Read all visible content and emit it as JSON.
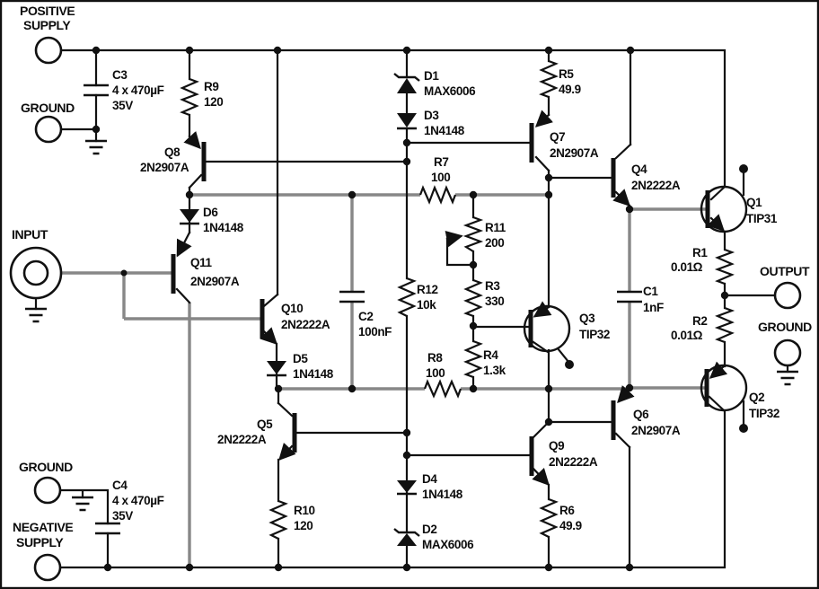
{
  "colors": {
    "ink": "#111111",
    "gray-wire": "#878787",
    "bg": "#ffffff"
  },
  "terminals": {
    "positive_supply_line1": "POSITIVE",
    "positive_supply_line2": "SUPPLY",
    "ground_top": "GROUND",
    "input": "INPUT",
    "ground_bottom_left": "GROUND",
    "negative_supply_line1": "NEGATIVE",
    "negative_supply_line2": "SUPPLY",
    "output": "OUTPUT",
    "ground_right": "GROUND"
  },
  "components": {
    "c1": {
      "ref": "C1",
      "value": "1nF"
    },
    "c2": {
      "ref": "C2",
      "value": "100nF"
    },
    "c3": {
      "ref": "C3",
      "value": "4 x 470µF",
      "rating": "35V"
    },
    "c4": {
      "ref": "C4",
      "value": "4 x 470µF",
      "rating": "35V"
    },
    "r1": {
      "ref": "R1",
      "value": "0.01Ω"
    },
    "r2": {
      "ref": "R2",
      "value": "0.01Ω"
    },
    "r3": {
      "ref": "R3",
      "value": "330"
    },
    "r4": {
      "ref": "R4",
      "value": "1.3k"
    },
    "r5": {
      "ref": "R5",
      "value": "49.9"
    },
    "r6": {
      "ref": "R6",
      "value": "49.9"
    },
    "r7": {
      "ref": "R7",
      "value": "100"
    },
    "r8": {
      "ref": "R8",
      "value": "100"
    },
    "r9": {
      "ref": "R9",
      "value": "120"
    },
    "r10": {
      "ref": "R10",
      "value": "120"
    },
    "r11": {
      "ref": "R11",
      "value": "200"
    },
    "r12": {
      "ref": "R12",
      "value": "10k"
    },
    "d1": {
      "ref": "D1",
      "value": "MAX6006"
    },
    "d2": {
      "ref": "D2",
      "value": "MAX6006"
    },
    "d3": {
      "ref": "D3",
      "value": "1N4148"
    },
    "d4": {
      "ref": "D4",
      "value": "1N4148"
    },
    "d5": {
      "ref": "D5",
      "value": "1N4148"
    },
    "d6": {
      "ref": "D6",
      "value": "1N4148"
    },
    "q1": {
      "ref": "Q1",
      "value": "TIP31"
    },
    "q2": {
      "ref": "Q2",
      "value": "TIP32"
    },
    "q3": {
      "ref": "Q3",
      "value": "TIP32"
    },
    "q4": {
      "ref": "Q4",
      "value": "2N2222A"
    },
    "q5": {
      "ref": "Q5",
      "value": "2N2222A"
    },
    "q6": {
      "ref": "Q6",
      "value": "2N2907A"
    },
    "q7": {
      "ref": "Q7",
      "value": "2N2907A"
    },
    "q8": {
      "ref": "Q8",
      "value": "2N2907A"
    },
    "q9": {
      "ref": "Q9",
      "value": "2N2222A"
    },
    "q10": {
      "ref": "Q10",
      "value": "2N2222A"
    },
    "q11": {
      "ref": "Q11",
      "value": "2N2907A"
    }
  }
}
